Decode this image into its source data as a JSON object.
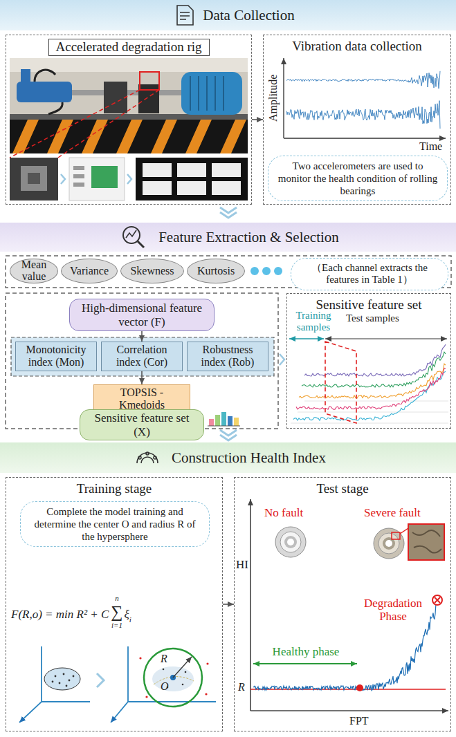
{
  "diagram": {
    "nodes": [
      {
        "text": [
          "Data Collection"
        ]
      },
      {
        "text": [
          "Accelerated degradation rig"
        ]
      },
      {
        "text": [
          "Vibration data collection"
        ]
      },
      {
        "text": [
          "Two accelerometers are used to monitor the health condition of rolling bearings"
        ],
        "in": 2
      },
      {
        "text": [
          "Feature Extraction & Selection"
        ]
      },
      {
        "text": [
          "Mean value"
        ]
      },
      {
        "text": [
          "Variance"
        ]
      },
      {
        "text": [
          "Skewness"
        ]
      },
      {
        "text": [
          "Kurtosis"
        ]
      },
      {
        "text": [
          "（Each channel extracts the features in Table 1）"
        ]
      },
      {
        "text": [
          "High-dimensional feature vector (F)"
        ]
      },
      {
        "text": [
          "Monotonicity index (Mon)"
        ]
      },
      {
        "text": [
          "Correlation index (Cor)"
        ]
      },
      {
        "text": [
          "Robustness index (Rob)"
        ]
      },
      {
        "text": [
          "TOPSIS -Kmedoids"
        ]
      },
      {
        "text": [
          "Sensitive feature set (X)"
        ]
      },
      {
        "text": [
          "Sensitive feature set"
        ]
      },
      {
        "text": [
          "Construction Health Index"
        ]
      },
      {
        "text": [
          "Training stage"
        ]
      },
      {
        "text": [
          "Complete the model training and determine the center O and radius R of the hypersphere"
        ],
        "in": 18
      },
      {
        "text": [
          "Test stage"
        ]
      }
    ],
    "edges": [
      {
        "from": 1,
        "to": 2,
        "arrow": "to"
      },
      {
        "from": 10,
        "to": 12,
        "arrow": "to"
      },
      {
        "from": 12,
        "to": 14,
        "arrow": "to"
      },
      {
        "from": 14,
        "to": 15,
        "arrow": "to"
      },
      {
        "from": 18,
        "to": 20,
        "arrow": "to"
      }
    ],
    "labels": [
      "Amplitude",
      "Time",
      "Training samples",
      "Test samples",
      "F(R,o) = min R² + C",
      "∑",
      "n",
      "i=1",
      "ξ",
      "i",
      "R",
      "O",
      "HI",
      "No fault",
      "Severe fault",
      "Healthy phase",
      "Degradation Phase",
      "R",
      "FPT"
    ]
  }
}
